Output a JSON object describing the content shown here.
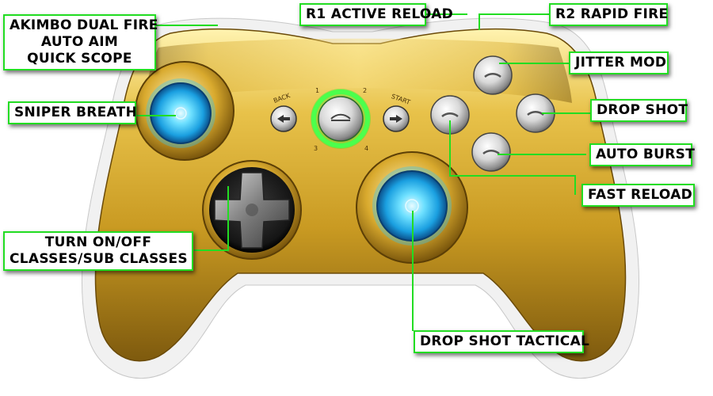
{
  "colors": {
    "gold": "#d9b02c",
    "gold_dark": "#8a6410",
    "gold_light": "#fff0a8",
    "chrome": "#e8e8e8",
    "led_blue": "#29c8ff",
    "led_green": "#22ee22",
    "callout_border": "#22dd22",
    "controller_white": "#f2f2f2"
  },
  "controller": {
    "back_label": "BACK",
    "start_label": "START",
    "player_1": "1",
    "player_2": "2",
    "player_3": "3",
    "player_4": "4"
  },
  "callouts": {
    "left_trigger": [
      "AKIMBO DUAL FIRE",
      "AUTO AIM",
      "QUICK SCOPE"
    ],
    "left_stick": "SNIPER BREATH",
    "dpad": [
      "TURN ON/OFF",
      "CLASSES/SUB CLASSES"
    ],
    "right_shoulder": "R1 ACTIVE RELOAD",
    "right_trigger": "R2 RAPID FIRE",
    "y_button": "JITTER MOD",
    "b_button": "DROP SHOT",
    "a_button": "AUTO BURST",
    "x_button": "FAST RELOAD",
    "right_stick": "DROP SHOT TACTICAL"
  }
}
